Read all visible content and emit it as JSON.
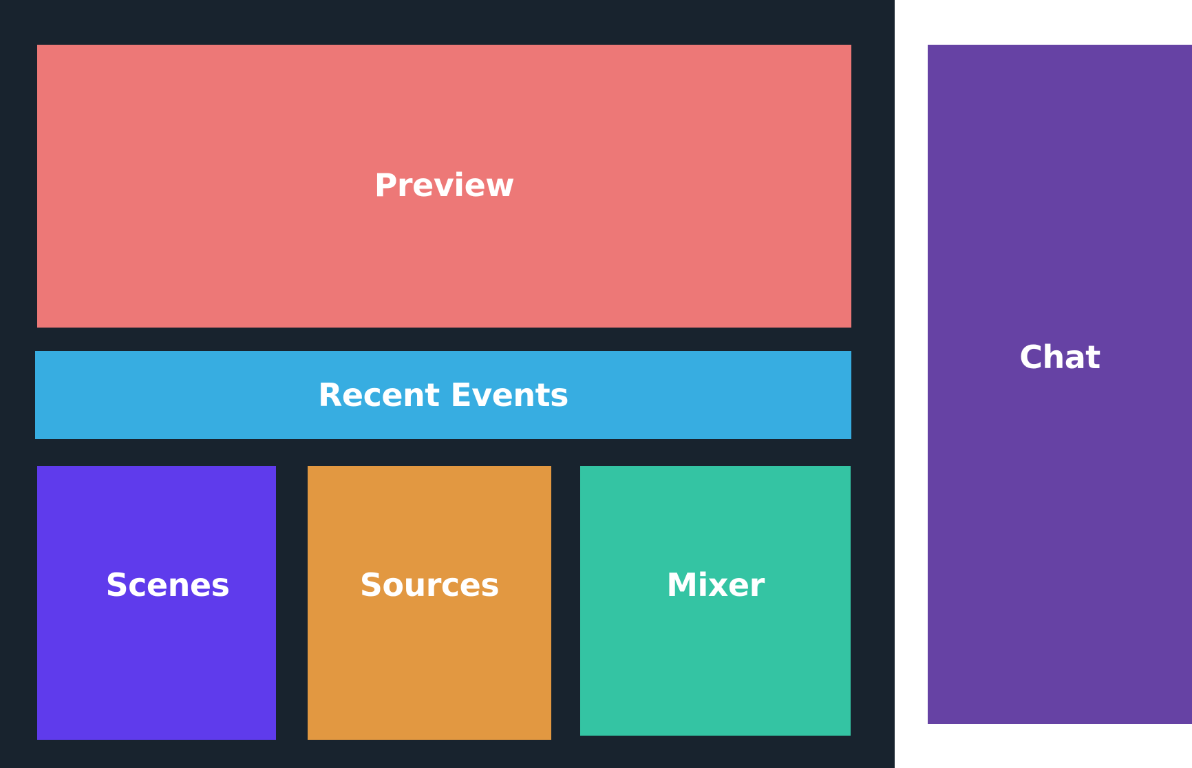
{
  "colors": {
    "background_dark": "#18232e",
    "background_light": "#ffffff",
    "preview": "#ed7877",
    "recent_events": "#37ade1",
    "scenes": "#5f3bec",
    "sources": "#e29841",
    "mixer": "#34c4a3",
    "chat": "#6642a4",
    "text": "#ffffff"
  },
  "panels": {
    "preview": {
      "label": "Preview"
    },
    "recent_events": {
      "label": "Recent Events"
    },
    "scenes": {
      "label": "Scenes"
    },
    "sources": {
      "label": "Sources"
    },
    "mixer": {
      "label": "Mixer"
    },
    "chat": {
      "label": "Chat"
    }
  }
}
